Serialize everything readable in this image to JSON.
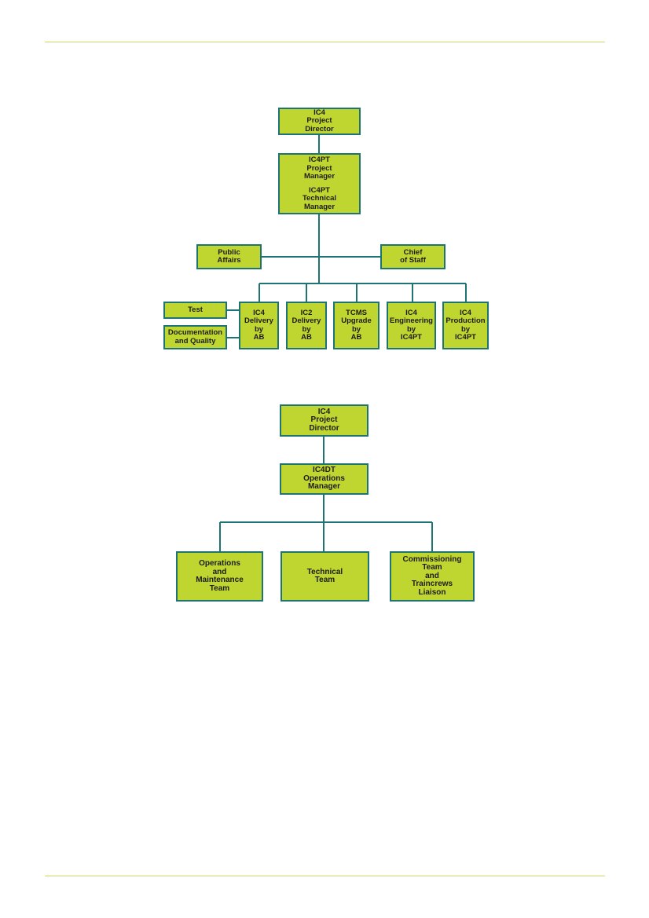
{
  "chart1": {
    "director": [
      "IC4",
      "Project",
      "Director"
    ],
    "manager": [
      "IC4PT",
      "Project",
      "Manager",
      "",
      "IC4PT",
      "Technical",
      "Manager"
    ],
    "public_affairs": [
      "Public",
      "Affairs"
    ],
    "chief_of_staff": [
      "Chief",
      "of Staff"
    ],
    "test": [
      "Test"
    ],
    "documentation": [
      "Documentation",
      "and Quality"
    ],
    "ic4_delivery": [
      "IC4",
      "Delivery",
      "by",
      "AB"
    ],
    "ic2_delivery": [
      "IC2",
      "Delivery",
      "by",
      "AB"
    ],
    "tcms_upgrade": [
      "TCMS",
      "Upgrade",
      "by",
      "AB"
    ],
    "ic4_engineering": [
      "IC4",
      "Engineering",
      "by",
      "IC4PT"
    ],
    "ic4_production": [
      "IC4",
      "Production",
      "by",
      "IC4PT"
    ]
  },
  "chart2": {
    "director": [
      "IC4",
      "Project",
      "Director"
    ],
    "operations_manager": [
      "IC4DT",
      "Operations",
      "Manager"
    ],
    "operations_maintenance": [
      "Operations",
      "and",
      "Maintenance",
      "Team"
    ],
    "technical_team": [
      "Technical",
      "Team"
    ],
    "commissioning": [
      "Commissioning",
      "Team",
      "and",
      "Traincrews",
      "Liaison"
    ]
  },
  "colors": {
    "box_fill": "#bfd630",
    "box_border": "#1e7473",
    "connector": "#1e7473",
    "rule": "#c8dd5e"
  }
}
